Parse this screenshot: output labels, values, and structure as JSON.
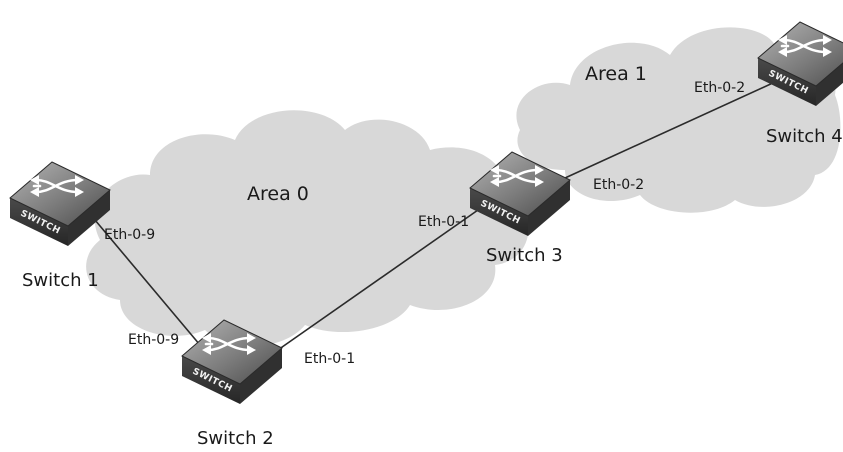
{
  "areas": [
    {
      "id": "area0",
      "label": "Area 0"
    },
    {
      "id": "area1",
      "label": "Area 1"
    }
  ],
  "switches": [
    {
      "id": "sw1",
      "label": "Switch 1",
      "badge": "SWITCH"
    },
    {
      "id": "sw2",
      "label": "Switch 2",
      "badge": "SWITCH"
    },
    {
      "id": "sw3",
      "label": "Switch 3",
      "badge": "SWITCH"
    },
    {
      "id": "sw4",
      "label": "Switch 4",
      "badge": "SWITCH"
    }
  ],
  "links": [
    {
      "id": "sw1-sw2",
      "from": "sw1",
      "to": "sw2",
      "from_port": "Eth-0-9",
      "to_port": "Eth-0-9"
    },
    {
      "id": "sw2-sw3",
      "from": "sw2",
      "to": "sw3",
      "from_port": "Eth-0-1",
      "to_port": "Eth-0-1"
    },
    {
      "id": "sw3-sw4",
      "from": "sw3",
      "to": "sw4",
      "from_port": "Eth-0-2",
      "to_port": "Eth-0-2"
    }
  ],
  "colors": {
    "cloud": "#d8d8d8",
    "link": "#2b2b2b",
    "switch_top": "#8e8e8e",
    "switch_side": "#3a3a3a",
    "arrow": "#ffffff"
  }
}
